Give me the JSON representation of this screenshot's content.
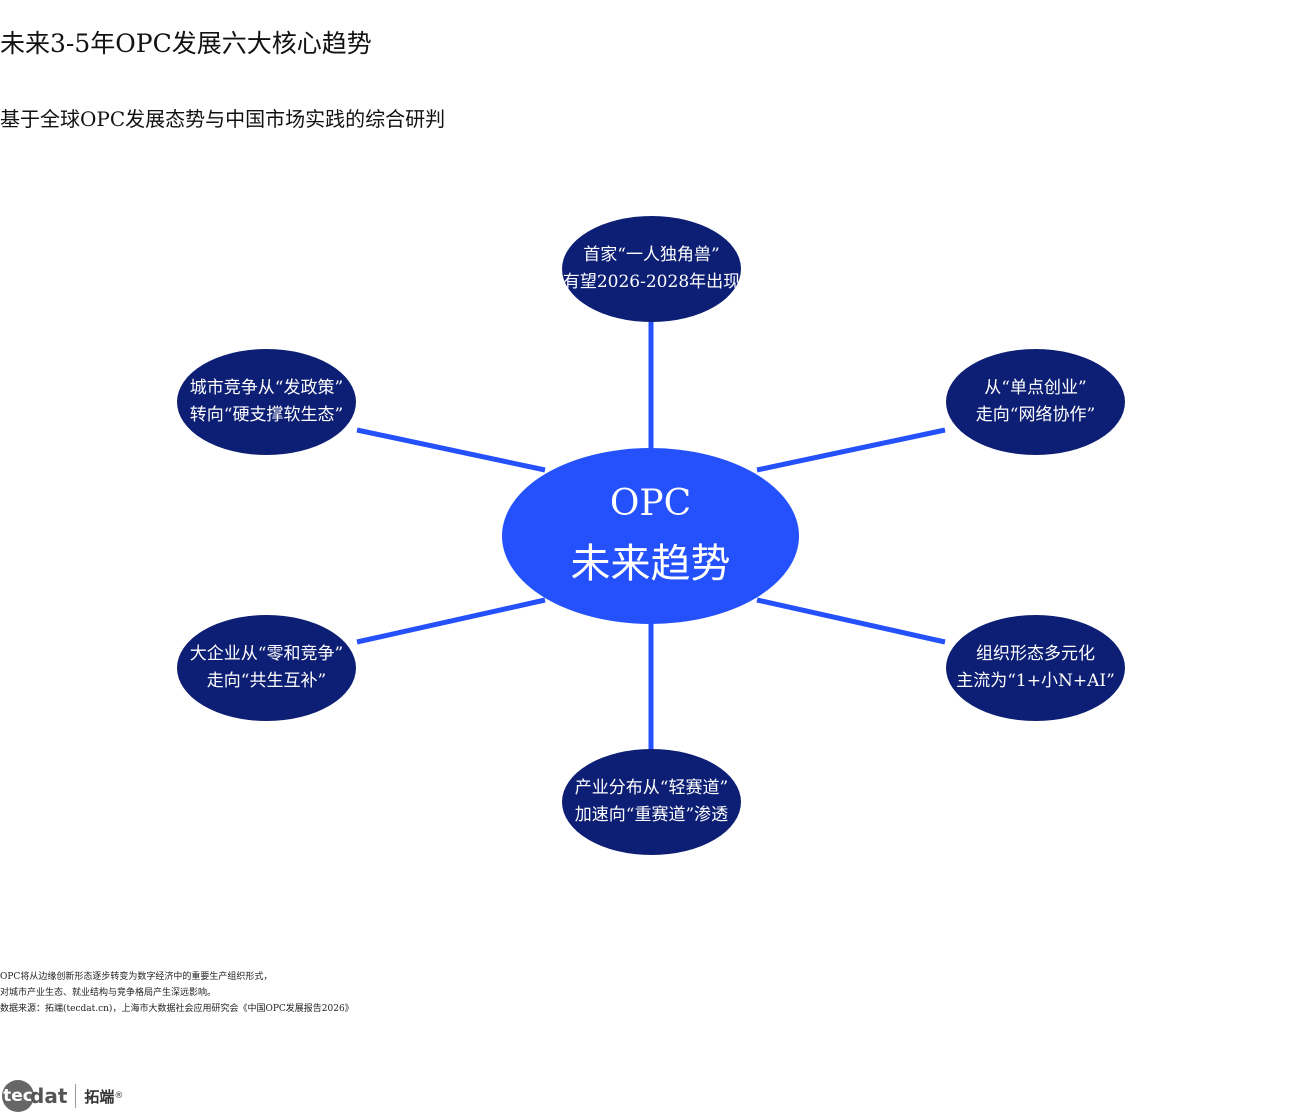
{
  "title": "未来3-5年OPC发展六大核心趋势",
  "subtitle": "基于全球OPC发展态势与中国市场实践的综合研判",
  "center": {
    "line1": "OPC",
    "line2": "未来趋势"
  },
  "nodes": [
    {
      "line1": "首家“一人独角兽”",
      "line2": "有望2026-2028年出现"
    },
    {
      "line1": "从“单点创业”",
      "line2": "走向“网络协作”"
    },
    {
      "line1": "组织形态多元化",
      "line2": "主流为“1+小N+AI”"
    },
    {
      "line1": "产业分布从“轻赛道”",
      "line2": "加速向“重赛道”渗透"
    },
    {
      "line1": "大企业从“零和竞争”",
      "line2": "走向“共生互补”"
    },
    {
      "line1": "城市竞争从“发政策”",
      "line2": "转向“硬支撑软生态”"
    }
  ],
  "colors": {
    "center_fill": "#2451fb",
    "node_fill": "#0d1f74",
    "connector": "#2451fb"
  },
  "notes": [
    "OPC将从边缘创新形态逐步转变为数字经济中的重要生产组织形式，",
    "对城市产业生态、就业结构与竞争格局产生深远影响。",
    "数据来源：拓端(tecdat.cn)，上海市大数据社会应用研究会《中国OPC发展报告2026》"
  ],
  "logo": {
    "mark_circle": "tec",
    "mark_rest": "dat",
    "cn": "拓端",
    "reg": "®"
  }
}
